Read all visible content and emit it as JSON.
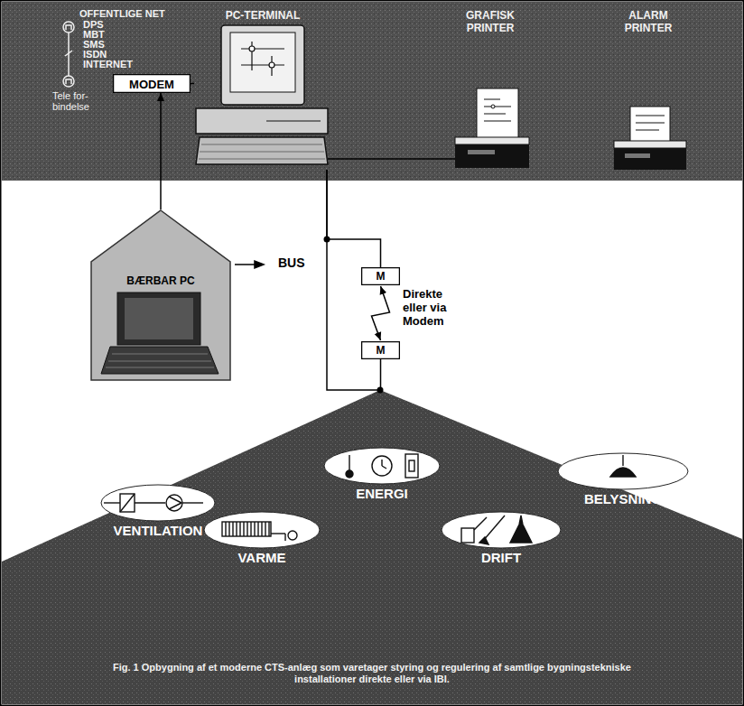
{
  "diagram": {
    "caption": "Fig. 1 Opbygning af et moderne CTS-anlæg som varetager styring og regulering af samtlige bygningstekniske installationer direkte eller via IBI.",
    "nodes": [
      {
        "text": [
          "MODEM"
        ]
      },
      {
        "text": [
          "PC-TERMINAL"
        ]
      },
      {
        "text": [
          "GRAFISK PRINTER"
        ]
      },
      {
        "text": [
          "ALARM PRINTER"
        ]
      },
      {
        "text": [
          "BÆRBAR PC"
        ]
      },
      {
        "text": [
          "M"
        ]
      },
      {
        "text": [
          "M"
        ]
      },
      {
        "text": [
          "VENTILATION"
        ]
      },
      {
        "text": [
          "VARME"
        ]
      },
      {
        "text": [
          "ENERGI"
        ]
      },
      {
        "text": [
          "DRIFT"
        ]
      },
      {
        "text": [
          "BELYSNING"
        ]
      }
    ],
    "edges": [
      {
        "from": 0,
        "to": 1,
        "arrow": "none"
      },
      {
        "from": 1,
        "to": 2,
        "arrow": "none"
      },
      {
        "from": 1,
        "to": 5,
        "arrow": "none"
      },
      {
        "from": 5,
        "to": 6,
        "label": "Direkte eller via Modem",
        "arrow": "both"
      },
      {
        "from": 1,
        "to": 6,
        "label": "BUS",
        "arrow": "none"
      },
      {
        "from": 4,
        "to": 0,
        "arrow": "to"
      }
    ],
    "labels": [
      "OFFENTLIGE NET",
      "DPS",
      "MBT",
      "SMS",
      "ISDN",
      "INTERNET",
      "Tele for- bindelse"
    ]
  }
}
